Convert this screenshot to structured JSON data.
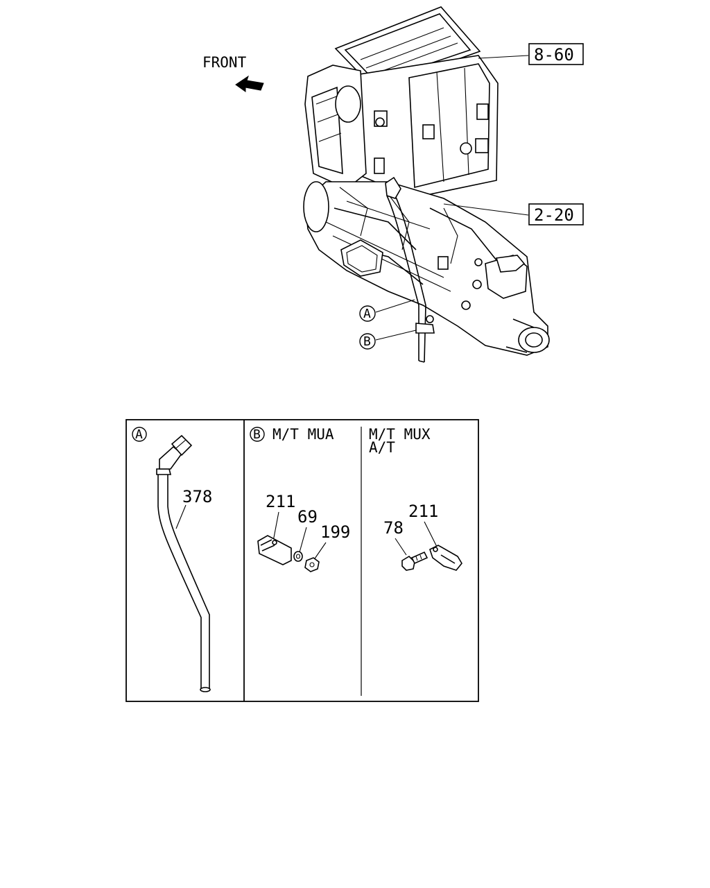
{
  "diagram": {
    "front_label": "FRONT",
    "refs": {
      "upper": "8-60",
      "lower": "2-20"
    },
    "callouts": {
      "a": "A",
      "b": "B"
    },
    "parts_box": {
      "panel_a": {
        "letter": "A",
        "parts": {
          "hose": "378"
        }
      },
      "panel_b": {
        "letter": "B",
        "title": "M/T MUA",
        "parts": {
          "clip": "211",
          "washer": "69",
          "nut": "199"
        }
      },
      "panel_c": {
        "title_line1": "M/T MUX",
        "title_line2": "A/T",
        "parts": {
          "bolt": "78",
          "clip": "211"
        }
      }
    }
  }
}
